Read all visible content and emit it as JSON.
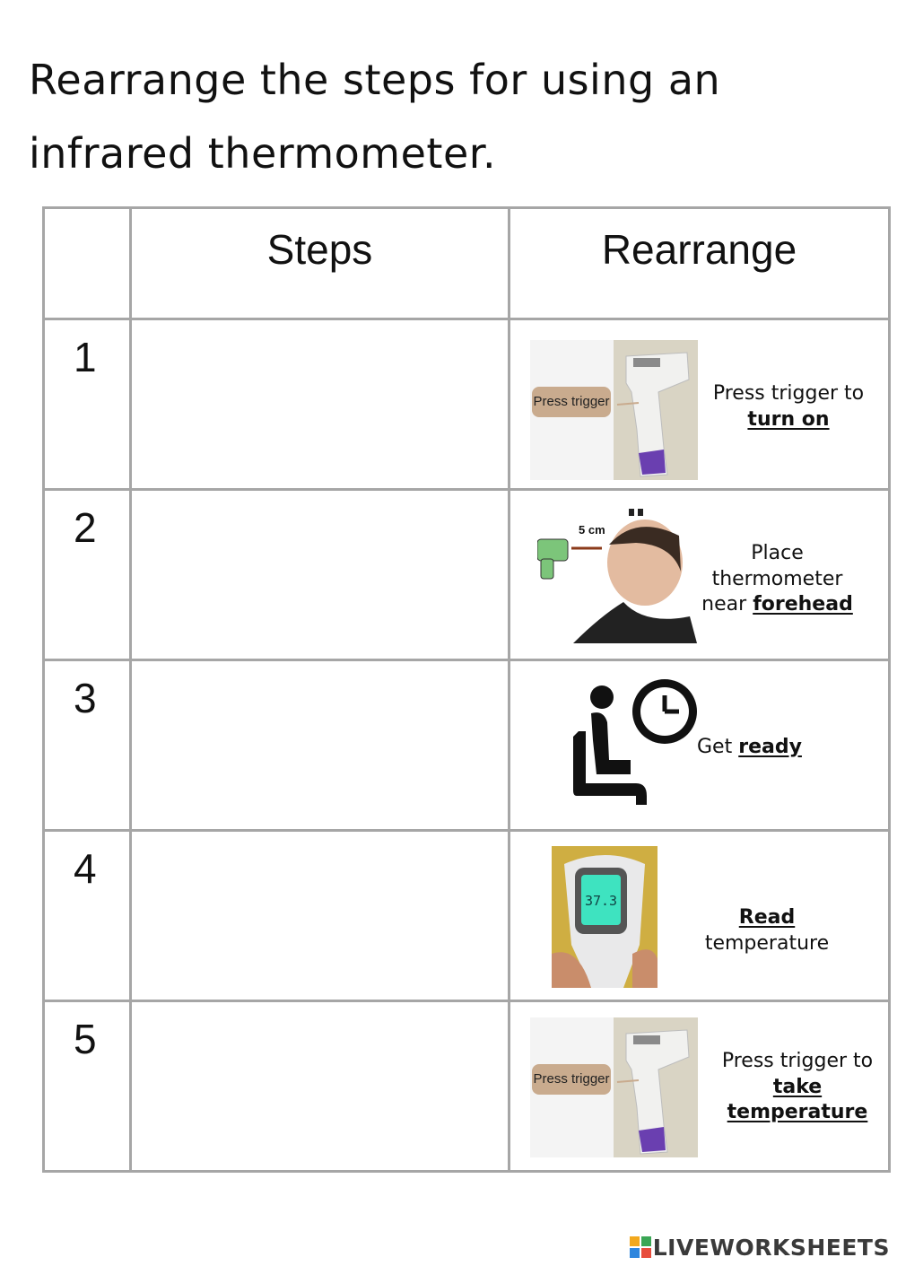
{
  "title": {
    "line1": "Rearrange the steps for using an",
    "line2": "infrared thermometer."
  },
  "table": {
    "headers": {
      "number": "",
      "steps": "Steps",
      "rearrange": "Rearrange"
    },
    "rows": [
      {
        "number": "1",
        "card": {
          "callout": "Press trigger",
          "pre": "Press trigger to",
          "key": "turn on",
          "icon": "thermometer-trigger-photo"
        }
      },
      {
        "number": "2",
        "card": {
          "distance": "5 cm",
          "pre1": "Place",
          "pre2": "thermometer",
          "pre3": "near",
          "key": "forehead",
          "icon": "forehead-distance-photo"
        }
      },
      {
        "number": "3",
        "card": {
          "pre": "Get",
          "key": "ready",
          "icon": "waiting-person-clock-icon"
        }
      },
      {
        "number": "4",
        "card": {
          "key": "Read",
          "post": "temperature",
          "reading": "37.3",
          "icon": "thermometer-display-photo"
        }
      },
      {
        "number": "5",
        "card": {
          "callout": "Press trigger",
          "pre": "Press trigger to",
          "key1": "take",
          "key2": "temperature",
          "icon": "thermometer-trigger-photo"
        }
      }
    ]
  },
  "footer": {
    "brand": "LIVEWORKSHEETS"
  },
  "colors": {
    "border": "#a6a6a6",
    "callout": "#c9ab8e",
    "purple_accent": "#6a3fb0",
    "display_green": "#3ee3c0"
  }
}
